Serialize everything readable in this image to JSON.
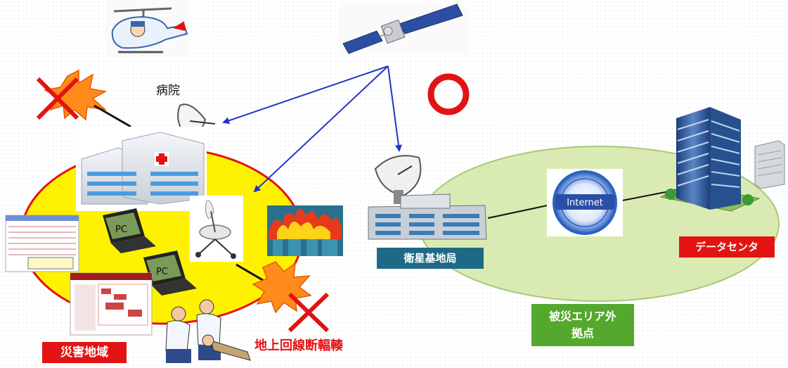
{
  "labels": {
    "hospital": "病院",
    "ground_station": "衛星基地局",
    "datacenter": "データセンタ",
    "outside_area_line1": "被災エリア外",
    "outside_area_line2": "拠点",
    "disaster_area": "災害地域",
    "line_cut": "地上回線断輻輳",
    "internet": "Internet",
    "pc1": "PC",
    "pc2": "PC"
  },
  "colors": {
    "disaster_area_fill": "#fff200",
    "disaster_area_border": "#e31313",
    "outside_area_fill": "#d9ebb3",
    "outside_area_border": "#a8c878",
    "arrow": "#2035c8",
    "ok_circle": "#e31313",
    "ground_station_label_bg": "#1e6a86",
    "datacenter_label_bg": "#e31313",
    "outside_area_label_bg": "#55a82e",
    "disaster_label_bg": "#e31313"
  },
  "icons": [
    "helicopter-icon",
    "satellite-icon",
    "ok-circle-icon",
    "cut-cross-icon",
    "dish-antenna-icon",
    "hospital-building-icon",
    "laptop-icon",
    "portable-dish-icon",
    "fire-icon",
    "ground-station-icon",
    "internet-icon",
    "datacenter-building-icon",
    "server-icon",
    "monitor-screen-icon",
    "rescue-people-icon"
  ]
}
